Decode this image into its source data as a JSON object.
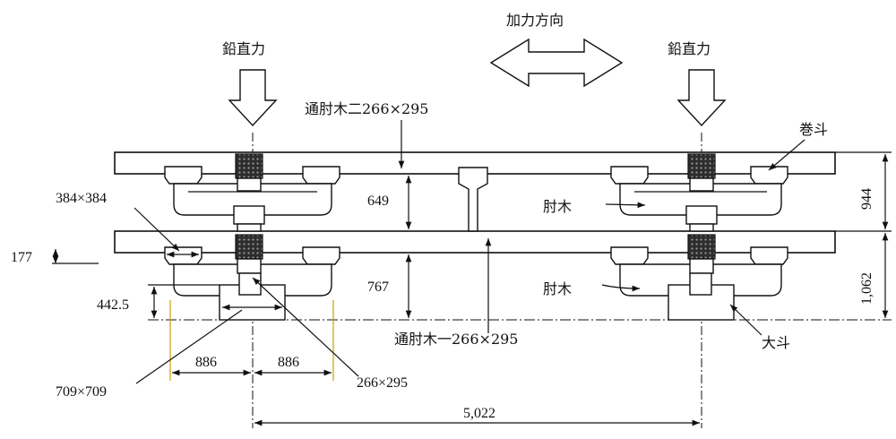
{
  "labels": {
    "vertical_force_left": "鉛直力",
    "vertical_force_right": "鉛直力",
    "load_direction": "加力方向",
    "upper_beam": "通肘木二266×295",
    "lower_beam": "通肘木一266×295",
    "makito": "巻斗",
    "hijiki_upper": "肘木",
    "hijiki_lower": "肘木",
    "daito": "大斗"
  },
  "dimensions": {
    "block_small": "384×384",
    "block_large": "709×709",
    "member": "266×295",
    "d177": "177",
    "d442": "442.5",
    "d649": "649",
    "d767": "767",
    "d944": "944",
    "d1062": "1,062",
    "d886_left": "886",
    "d886_right": "886",
    "span": "5,022"
  },
  "colors": {
    "line": "#111111",
    "hatch": "#3a3a3a",
    "guide": "#c8a400",
    "arrow_fill": "#ffffff"
  }
}
